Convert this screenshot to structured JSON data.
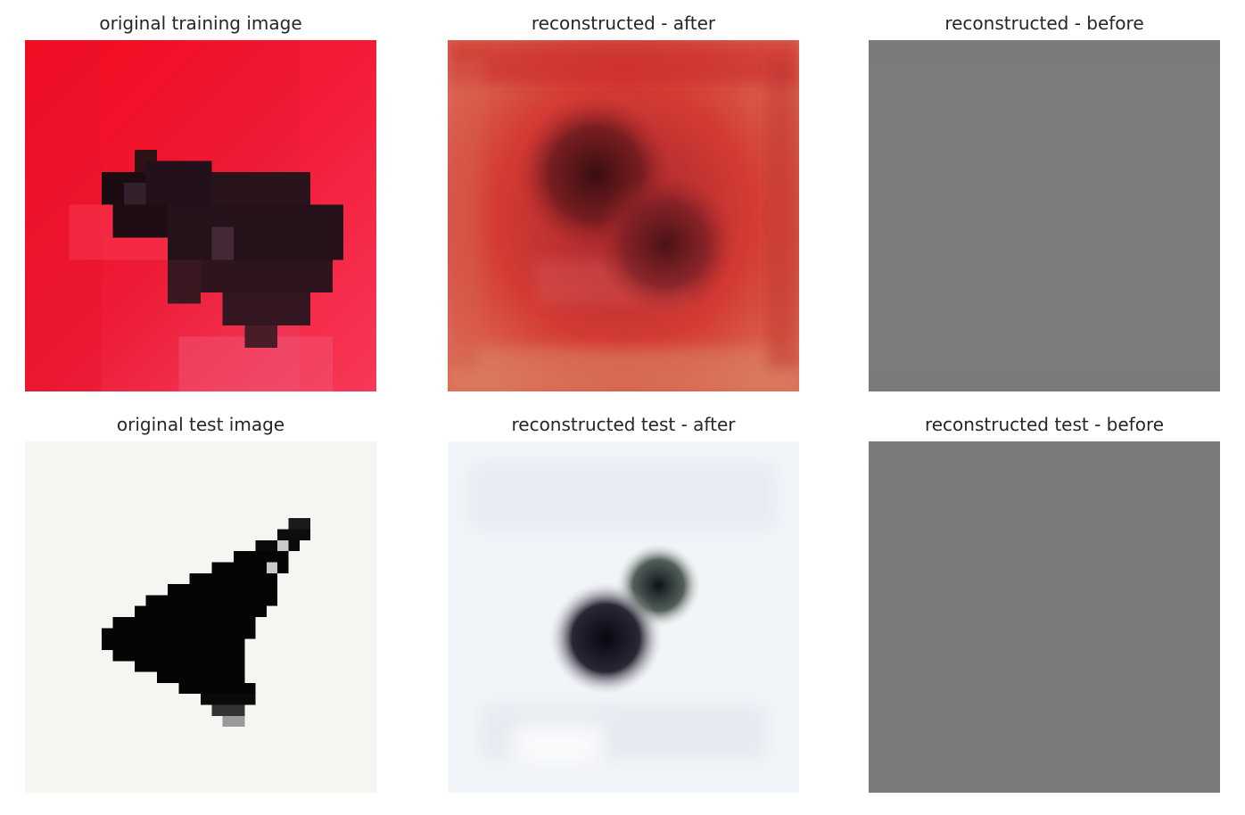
{
  "figure": {
    "panels": [
      {
        "title": "original training image",
        "subject": "dark-animal-on-red-fabric"
      },
      {
        "title": "reconstructed - after",
        "subject": "blurry-dark-blob-on-red"
      },
      {
        "title": "reconstructed - before",
        "subject": "uniform-gray"
      },
      {
        "title": "original test image",
        "subject": "black-airplane-on-white"
      },
      {
        "title": "reconstructed test - after",
        "subject": "blurry-dark-blob-on-white"
      },
      {
        "title": "reconstructed test - before",
        "subject": "uniform-gray"
      }
    ]
  },
  "colors": {
    "red_bg": "#f0183a",
    "red_recon": "#d8312c",
    "gray": "#7b7b7b",
    "white_bg": "#f4f7f2",
    "dark": "#120a0d",
    "title_text": "#262626"
  }
}
